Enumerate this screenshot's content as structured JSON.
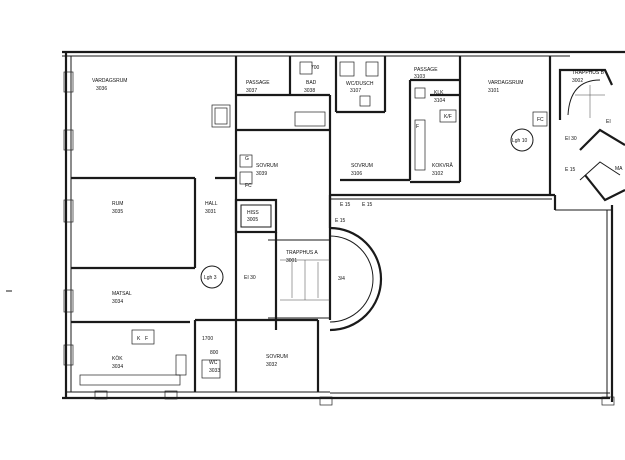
{
  "rooms": [
    {
      "key": "vardagsrum_3036",
      "name": "VARDAGSRUM",
      "num": "3036"
    },
    {
      "key": "passage_3037",
      "name": "PASSAGE",
      "num": "3037"
    },
    {
      "key": "bad_3038",
      "name": "BAD",
      "num": "3038"
    },
    {
      "key": "wcdusch_3107",
      "name": "WC/DUSCH",
      "num": "3107"
    },
    {
      "key": "passage_3103",
      "name": "PASSAGE",
      "num": "3103"
    },
    {
      "key": "klk_3104",
      "name": "KLK",
      "num": "3104"
    },
    {
      "key": "vardagsrum_3101",
      "name": "VARDAGSRUM",
      "num": "3101"
    },
    {
      "key": "trapphus_b",
      "name": "TRAPPHUS B",
      "num": "3002"
    },
    {
      "key": "sovrum_3039",
      "name": "SOVRUM",
      "num": "3039"
    },
    {
      "key": "sovrum_3106",
      "name": "SOVRUM",
      "num": "3106"
    },
    {
      "key": "kokvra_3102",
      "name": "KOKVRÅ",
      "num": "3102"
    },
    {
      "key": "rum_3035",
      "name": "RUM",
      "num": "3035"
    },
    {
      "key": "hall_3031",
      "name": "HALL",
      "num": "3031"
    },
    {
      "key": "hiss_3005",
      "name": "HISS",
      "num": "3005"
    },
    {
      "key": "trapphus_a",
      "name": "TRAPPHUS A",
      "num": "3001"
    },
    {
      "key": "matsal_3034",
      "name": "MATSAL",
      "num": "3034"
    },
    {
      "key": "kok_3034",
      "name": "KÖK",
      "num": "3034"
    },
    {
      "key": "wc_3033",
      "name": "WC",
      "num": "3033"
    },
    {
      "key": "sovrum_3032",
      "name": "SOVRUM",
      "num": "3032"
    }
  ],
  "marks": {
    "lgh3": "Lgh 3",
    "lgh10": "Lgh 10",
    "ei30_a": "EI 30",
    "ei30_b": "EI 30",
    "e15_a": "E 15",
    "e15_b": "E 15",
    "e15_c": "E 15",
    "e15_d": "E 15",
    "fc": "FC",
    "fc_b": "FC",
    "frac": "3/4",
    "dim800": "800",
    "dim700": "700",
    "dim1700": "1700",
    "kf": "K/F",
    "f1": "F",
    "f2": "F",
    "k": "K",
    "g": "G",
    "ma": "MA",
    "ei_edge": "EI"
  }
}
